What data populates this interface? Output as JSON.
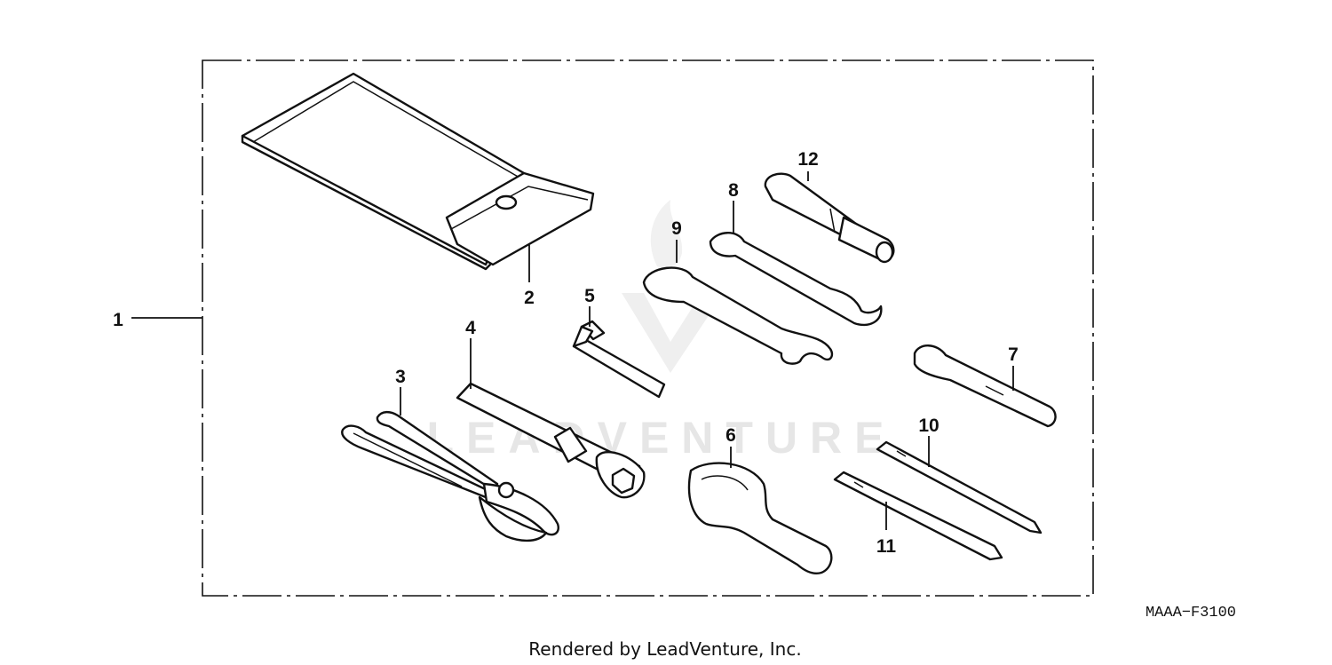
{
  "diagram": {
    "part_code": "MAAA−F3100",
    "footer": "Rendered by LeadVenture, Inc.",
    "watermark": "LEADVENTURE",
    "callouts": {
      "c1": "1",
      "c2": "2",
      "c3": "3",
      "c4": "4",
      "c5": "5",
      "c6": "6",
      "c7": "7",
      "c8": "8",
      "c9": "9",
      "c10": "10",
      "c11": "11",
      "c12": "12"
    }
  }
}
